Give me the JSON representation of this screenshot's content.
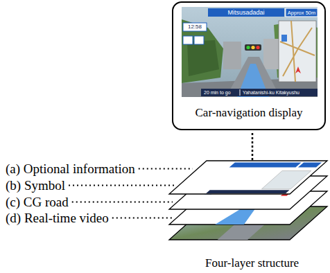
{
  "diagram": {
    "nodes": [
      {
        "text": [
          "Car-navigation display"
        ]
      }
    ],
    "labels": [
      "Mitsusadadai",
      "Approx 50m",
      "12:58",
      "20 min to go",
      "Yahatanishi-ku Kitakyushu",
      "(a) Optional information",
      "(b) Symbol",
      "(c) CG road",
      "(d) Real-time video",
      "Four-layer structure"
    ]
  }
}
